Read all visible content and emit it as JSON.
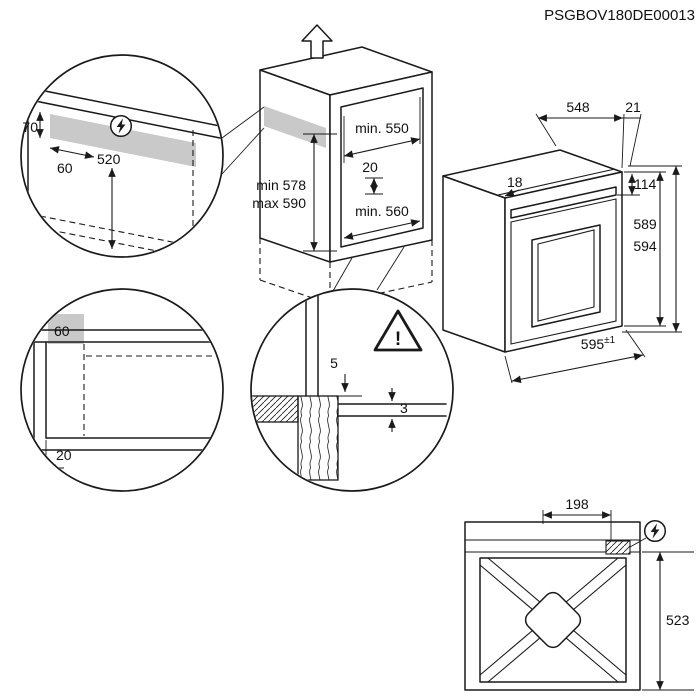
{
  "doc_code": "PSGBOV180DE00013",
  "colors": {
    "line": "#1a1a1a",
    "shade": "#c9c9c9",
    "background": "#ffffff"
  },
  "main_view": {
    "min550": "min. 550",
    "gap20": "20",
    "min578": "min 578",
    "max590": "max 590",
    "min560": "min. 560"
  },
  "detail_top_left": {
    "h70": "70",
    "w60": "60",
    "v520": "520"
  },
  "detail_mid_left": {
    "w60": "60",
    "w20": "20"
  },
  "detail_bottom": {
    "d5": "5",
    "d3": "3",
    "warning_mark": "!"
  },
  "oven_view": {
    "d548": "548",
    "d21": "21",
    "d18": "18",
    "d114": "114",
    "d589": "589",
    "d594": "594",
    "d595": "595",
    "tol": "±1"
  },
  "rear_view": {
    "w198": "198",
    "h523": "523"
  },
  "icons": {
    "power_top": "lightning-bolt",
    "power_rear": "lightning-bolt",
    "warning": "exclamation-triangle",
    "direction": "up-arrow"
  }
}
